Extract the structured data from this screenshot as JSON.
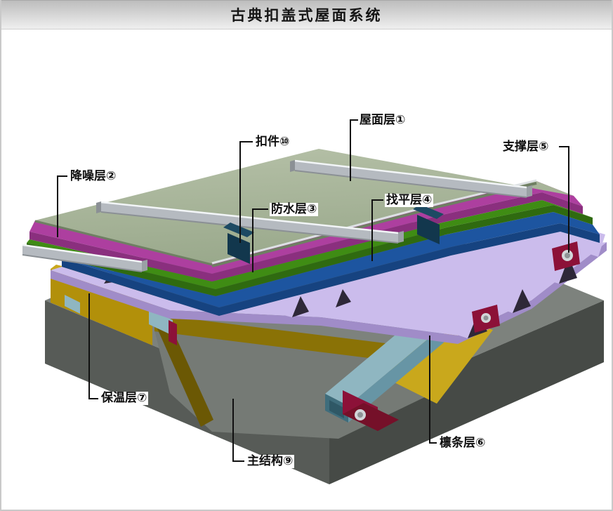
{
  "title": "古典扣盖式屋面系统",
  "labels": {
    "roof": "屋面层①",
    "noise": "降噪层②",
    "waterproof": "防水层③",
    "leveling": "找平层④",
    "support": "支撑层⑤",
    "purlin": "檩条层⑥",
    "insulation": "保温层⑦",
    "structure": "主结构⑨",
    "fastener": "扣件⑩"
  },
  "colors": {
    "roof_sage_light": "#b6c1a8",
    "roof_sage_dark": "#9aa98c",
    "roof_edge_light": "#dde1e4",
    "roof_edge_dark": "#6f7f63",
    "noise_top": "#ad3f9f",
    "noise_face": "#8a2f7e",
    "waterproof_top": "#3f8c14",
    "waterproof_face": "#2f6a10",
    "leveling_top": "#1d55a0",
    "leveling_face": "#164380",
    "support_top": "#cbbcec",
    "support_edge": "#a08cc8",
    "rib_gap": "#2e2838",
    "insulation_top": "#c9a81c",
    "insulation_face": "#b2900a",
    "notch_wall": "#8a7206",
    "notch_wall_dark": "#6b5804",
    "notch_floor": "#757a75",
    "slab_top": "#7d827d",
    "slab_face_left": "#575b57",
    "slab_face_right": "#464a46",
    "purlin_top": "#8fb6c1",
    "purlin_side": "#6795a5",
    "purlin_end": "#3f6d7c",
    "purlin_inner": "#2f5866",
    "bracket_red": "#8c1138",
    "bracket_red_dark": "#751029",
    "bolt_silver": "#d2d6d9",
    "bolt_dark": "#8e9396",
    "cap_strip": "#b5bac0",
    "cap_strip_shadow": "#8b9095",
    "cap_strip_end": "#9aa0a5",
    "clip_navy": "#12374d",
    "clip_light": "#1d4a63",
    "leader_line": "#101010"
  }
}
